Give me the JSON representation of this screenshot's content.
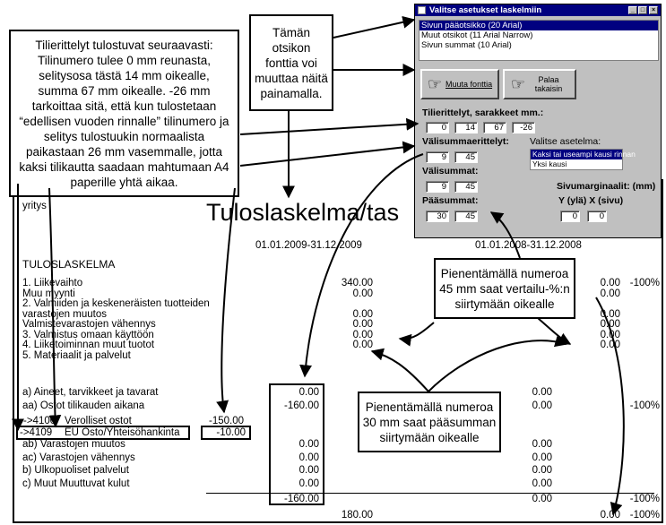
{
  "dialog": {
    "title": "Valitse asetukset laskelmiin",
    "title_buttons": [
      "_",
      "□",
      "×"
    ],
    "font_list": [
      {
        "label": "Sivun pääotsikko (20 Arial)",
        "selected": true
      },
      {
        "label": "Muut otsikot (11 Arial Narrow)",
        "selected": false
      },
      {
        "label": "Sivun summat (10 Arial)",
        "selected": false
      }
    ],
    "change_font_button": "Muuta fonttia",
    "back_button": "Palaa takaisin",
    "columns_label": "Tilierittelyt, sarakkeet mm.:",
    "columns_values": [
      "0",
      "14",
      "67",
      "-26"
    ],
    "subtotal_spec_label": "Välisummaerittelyt:",
    "subtotal_spec_values": [
      "9",
      "45"
    ],
    "layout_label": "Valitse asetelma:",
    "layout_options": [
      {
        "label": "Kaksi tai useampi kausi rinnan",
        "selected": true
      },
      {
        "label": "Yksi kausi",
        "selected": false
      }
    ],
    "subtotals_label": "Välisummat:",
    "subtotals_values": [
      "9",
      "45"
    ],
    "margins_label": "Sivumarginaalit: (mm)",
    "margins_sub_label": "Y (ylä) X (sivu)",
    "margins_values": [
      "0",
      "0"
    ],
    "main_sums_label": "Pääsummat:",
    "main_sums_values": [
      "30",
      "45"
    ]
  },
  "callouts": {
    "left": "Tilierittelyt tulostuvat seuraavasti: Tilinumero tulee 0 mm reunasta, selitysosa tästä 14 mm oikealle, summa 67 mm oikealle. -26 mm tarkoittaa sitä, että kun tulostetaan “edellisen vuoden rinnalle” tilinumero ja selitys tulostuukin normaalista paikastaan 26 mm vasemmalle, jotta kaksi tilikautta saadaan mahtumaan A4 paperille yhtä aikaa.",
    "middle": "Tämän otsikon fonttia voi muuttaa näitä painamalla.",
    "right": "Pienentämällä numeroa 45 mm saat vertailu-%:n siirtymään oikealle",
    "bottom": "Pienentämällä numeroa 30 mm saat pääsumman siirtymään oikealle"
  },
  "report": {
    "company": "yritys",
    "title": "Tuloslaskelma/tas",
    "period1": "01.01.2009-31.12.2009",
    "period2": "01.01.2008-31.12.2008",
    "section": "TULOSLASKELMA",
    "rows": [
      {
        "label": "1. Liikevaihto",
        "v1": "340.00",
        "v2": "0.00",
        "pct": "-100%"
      },
      {
        "label": "Muu myynti",
        "v1": "0.00",
        "v2": "0.00",
        "pct": ""
      },
      {
        "label": "2. Valmiiden ja keskeneräisten tuotteiden",
        "v1": "",
        "v2": "",
        "pct": ""
      },
      {
        "label": "   varastojen muutos",
        "v1": "0.00",
        "v2": "0.00",
        "pct": ""
      },
      {
        "label": "Valmistevarastojen vähennys",
        "v1": "0.00",
        "v2": "0.00",
        "pct": ""
      },
      {
        "label": "3. Valmistus omaan käyttöön",
        "v1": "0.00",
        "v2": "0.00",
        "pct": ""
      },
      {
        "label": "4. Liiketoiminnan muut tuotot",
        "v1": "0.00",
        "v2": "0.00",
        "pct": ""
      },
      {
        "label": "5. Materiaalit ja palvelut",
        "v1": "",
        "v2": "",
        "pct": ""
      }
    ],
    "sub_rows": [
      {
        "label": "  a) Aineet, tarvikkeet ja tavarat",
        "s1": "0.00",
        "s2": "0.00",
        "pct": ""
      },
      {
        "label": "    aa) Ostot tilikauden aikana",
        "s1": "-160.00",
        "s2": "0.00",
        "pct": "-100%"
      },
      {
        "label": "",
        "s1": "",
        "s2": "",
        "pct": ""
      },
      {
        "label": "",
        "s1": "",
        "s2": "",
        "pct": ""
      },
      {
        "label": "    ab) Varastojen muutos",
        "s1": "0.00",
        "s2": "0.00",
        "pct": ""
      },
      {
        "label": "    ac) Varastojen vähennys",
        "s1": "0.00",
        "s2": "0.00",
        "pct": ""
      },
      {
        "label": "  b) Ulkopuoliset palvelut",
        "s1": "0.00",
        "s2": "0.00",
        "pct": ""
      },
      {
        "label": "  c) Muut Muuttuvat kulut",
        "s1": "0.00",
        "s2": "0.00",
        "pct": ""
      }
    ],
    "acct1": {
      "num": "->4100",
      "desc": "Verolliset ostot",
      "amount": "-150.00"
    },
    "acct2": {
      "num": "->4109",
      "desc": "EU Osto/Yhteisöhankinta",
      "amount": "-10.00"
    },
    "subtotal": {
      "s1": "-160.00",
      "s2": "0.00",
      "pct": "-100%"
    },
    "total": {
      "v1": "180.00",
      "v2": "0.00",
      "pct": "-100%"
    }
  }
}
